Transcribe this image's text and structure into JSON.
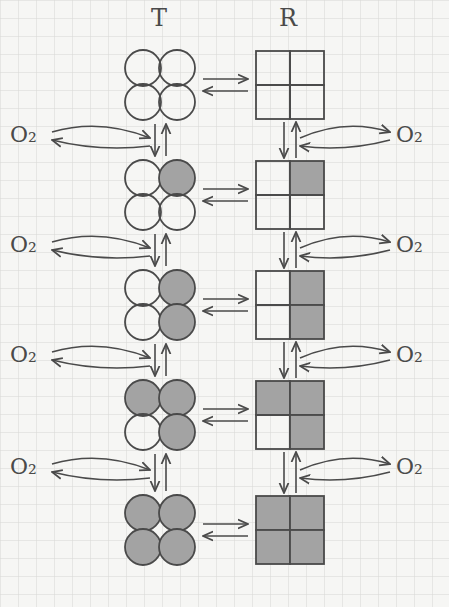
{
  "diagram": {
    "labels": [
      "T",
      "R",
      "O₂",
      "O₂",
      "O₂",
      "O₂",
      "O₂",
      "O₂",
      "O₂",
      "O₂"
    ]
  }
}
